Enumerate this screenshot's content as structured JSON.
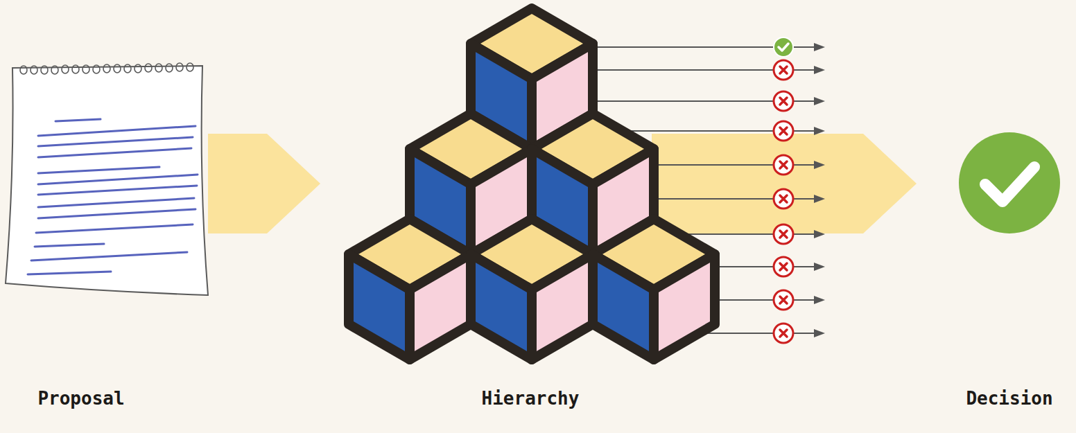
{
  "diagram": {
    "nodes": [
      {
        "text": [
          "Proposal"
        ]
      },
      {
        "text": [
          "Hierarchy"
        ]
      },
      {
        "text": [
          "Decision"
        ]
      }
    ],
    "edges": [
      {
        "from": 0,
        "to": 1,
        "arrow": "to"
      },
      {
        "from": 1,
        "to": 2,
        "arrow": "to"
      }
    ]
  }
}
